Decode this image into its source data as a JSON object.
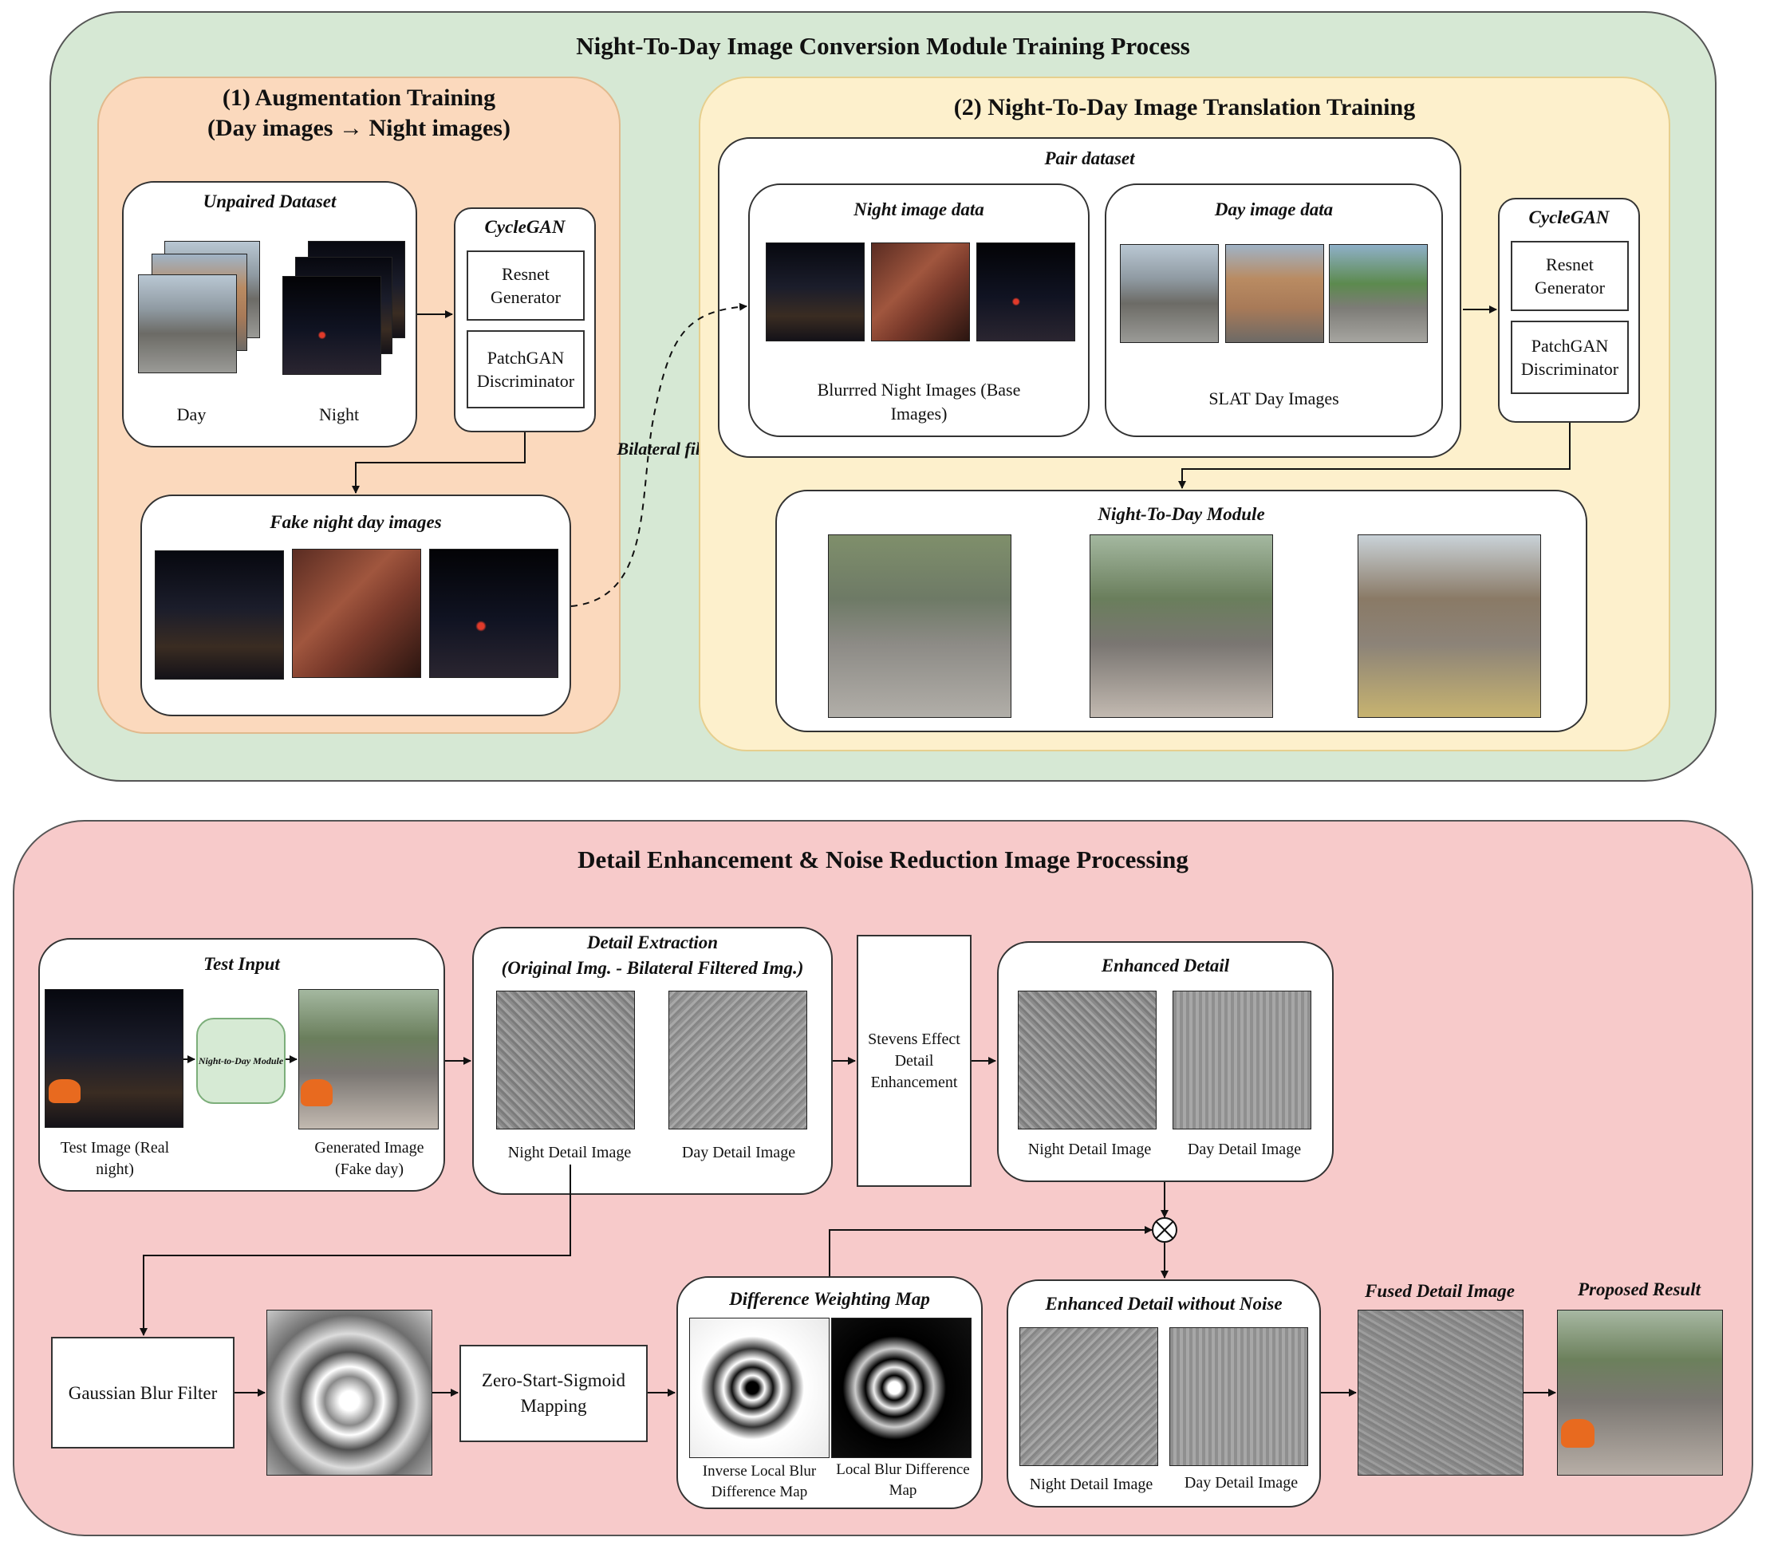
{
  "top": {
    "title": "Night-To-Day Image Conversion Module Training Process",
    "aug": {
      "title_line1": "(1) Augmentation Training",
      "title_line2": "(Day images → Night images)",
      "unpaired_title": "Unpaired Dataset",
      "day_label": "Day",
      "night_label": "Night",
      "cyclegan_title": "CycleGAN",
      "generator": "Resnet Generator",
      "discriminator": "PatchGAN Discriminator",
      "fake_title": "Fake night day images"
    },
    "bilateral_label": "Bilateral filter",
    "trans": {
      "title": "(2) Night-To-Day Image Translation Training",
      "pair_title": "Pair dataset",
      "night_data_title": "Night image data",
      "night_caption": "Blurrred Night Images (Base Images)",
      "day_data_title": "Day image data",
      "day_caption": "SLAT Day Images",
      "cyclegan_title": "CycleGAN",
      "generator": "Resnet Generator",
      "discriminator": "PatchGAN Discriminator",
      "module_title": "Night-To-Day Module"
    }
  },
  "bottom": {
    "title": "Detail Enhancement & Noise Reduction Image Processing",
    "test_input": {
      "title": "Test Input",
      "module_label": "Night-to-Day Module",
      "test_caption": "Test Image (Real night)",
      "gen_caption": "Generated Image (Fake day)"
    },
    "detail_extraction": {
      "title_line1": "Detail Extraction",
      "title_line2": "(Original Img. - Bilateral Filtered Img.)",
      "night_caption": "Night Detail Image",
      "day_caption": "Day Detail Image"
    },
    "stevens": "Stevens Effect Detail Enhancement",
    "enhanced": {
      "title": "Enhanced Detail",
      "night_caption": "Night Detail Image",
      "day_caption": "Day Detail Image"
    },
    "gaussian": "Gaussian Blur Filter",
    "sigmoid": "Zero-Start-Sigmoid Mapping",
    "weighting": {
      "title": "Difference Weighting Map",
      "inv_caption": "Inverse Local Blur Difference Map",
      "loc_caption": "Local Blur Difference Map"
    },
    "denoised": {
      "title": "Enhanced Detail without Noise",
      "night_caption": "Night Detail Image",
      "day_caption": "Day Detail Image"
    },
    "fused_title": "Fused Detail Image",
    "result_title": "Proposed Result"
  }
}
